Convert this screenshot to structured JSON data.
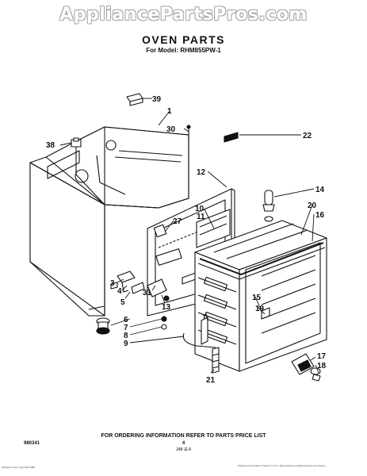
{
  "watermark": "AppliancePartsPros.com",
  "title": "OVEN PARTS",
  "subtitle": "For Model: RHM855PW-1",
  "footer": {
    "ordering_info": "FOR ORDERING INFORMATION REFER TO PARTS PRICE LIST",
    "page_number": "4",
    "doc_code": "980341",
    "page_code": "J49 .E-0",
    "fine_left": "Whirlpool Corp. Copyright 1988",
    "fine_right": "Whirlpool Corporation Printed in U.S.A. Reproduction prohibited without permission"
  },
  "callouts": {
    "c39": "39",
    "c1": "1",
    "c30": "30",
    "c22": "22",
    "c38": "38",
    "c12": "12",
    "c14": "14",
    "c10": "10",
    "c11": "11",
    "c20": "20",
    "c16": "16",
    "c27": "27",
    "c3": "3",
    "c4": "4",
    "c5": "5",
    "c31": "31",
    "c13": "13",
    "c15": "15",
    "c19": "19",
    "c6": "6",
    "c7": "7",
    "c8": "8",
    "c9": "9",
    "c17": "17",
    "c18": "18",
    "c21": "21"
  }
}
